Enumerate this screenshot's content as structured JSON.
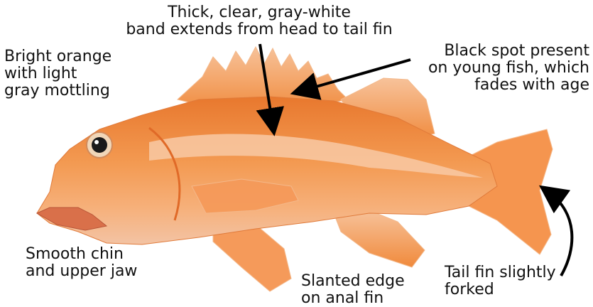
{
  "annotations": {
    "band": [
      "Thick, clear, gray-white",
      "band extends from head to tail fin"
    ],
    "orange": [
      "Bright orange",
      "with light",
      "gray mottling"
    ],
    "spot": [
      "Black spot present",
      "on young fish, which",
      "fades with age"
    ],
    "chin": [
      "Smooth chin",
      "and upper jaw"
    ],
    "anal_fin": [
      "Slanted edge",
      "on anal fin"
    ],
    "tail": [
      "Tail fin slightly",
      "forked"
    ]
  },
  "colors": {
    "body": "#f08a3c",
    "body_light": "#f7b87e",
    "body_dark": "#e06a28",
    "fin": "#f59a5a",
    "fin_edge": "#f7c29a",
    "arrow": "#000000"
  },
  "icons": [
    "fish-illustration",
    "arrow-band",
    "arrow-spot",
    "curved-arrow-tail"
  ]
}
